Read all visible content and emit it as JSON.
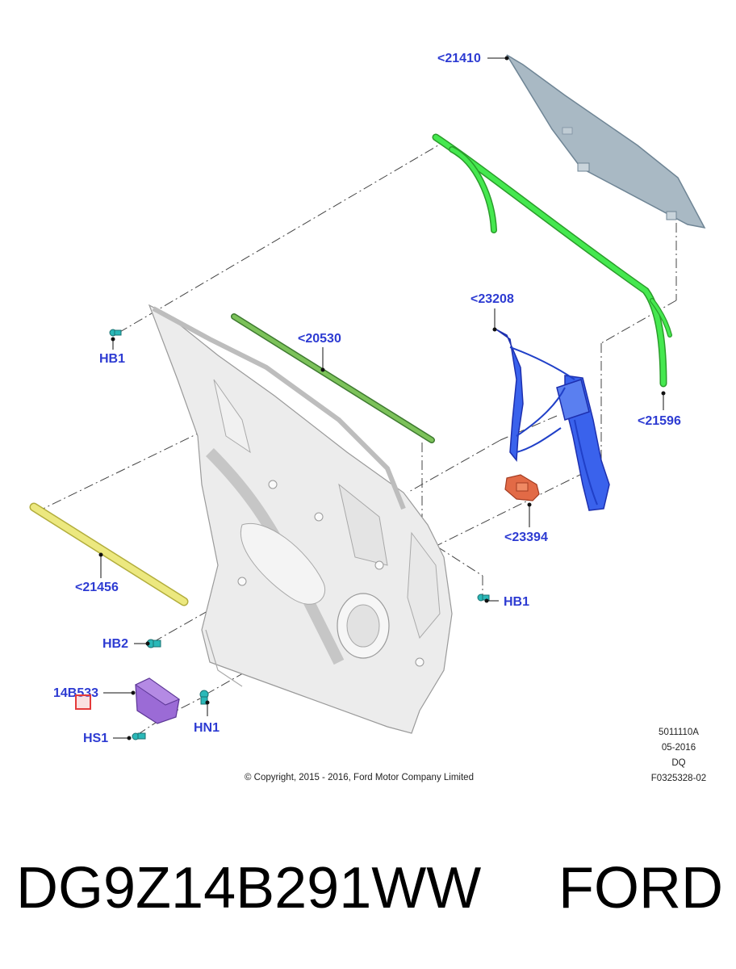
{
  "callouts": {
    "c21410": "<21410",
    "c20530": "<20530",
    "c23208": "<23208",
    "c21596": "<21596",
    "c23394": "<23394",
    "c21456": "<21456",
    "hb1_left": "HB1",
    "hb1_right": "HB1",
    "hb2": "HB2",
    "c14b533": "14B533",
    "hs1": "HS1",
    "hn1": "HN1"
  },
  "meta": {
    "code": "5011110A",
    "date": "05-2016",
    "model": "DQ",
    "figure": "F0325328-02"
  },
  "copyright": "© Copyright, 2015 - 2016, Ford Motor Company Limited",
  "part_number": "DG9Z14B291WW",
  "brand": "FORD",
  "colors": {
    "callout_blue": "#2d3bd2",
    "glass": "#a7b7c2",
    "run_channel": "#35e040",
    "belt_weatherstrip": "#6fae4e",
    "regulator": "#2e56e6",
    "motor": "#e06a4a",
    "lower_strip": "#e6e27a",
    "module": "#9b6bd6",
    "fastener": "#2ab8b8",
    "marker": "#e43a3a"
  },
  "icons": {
    "fastener": "bolt-icon",
    "marker": "highlight-box"
  }
}
